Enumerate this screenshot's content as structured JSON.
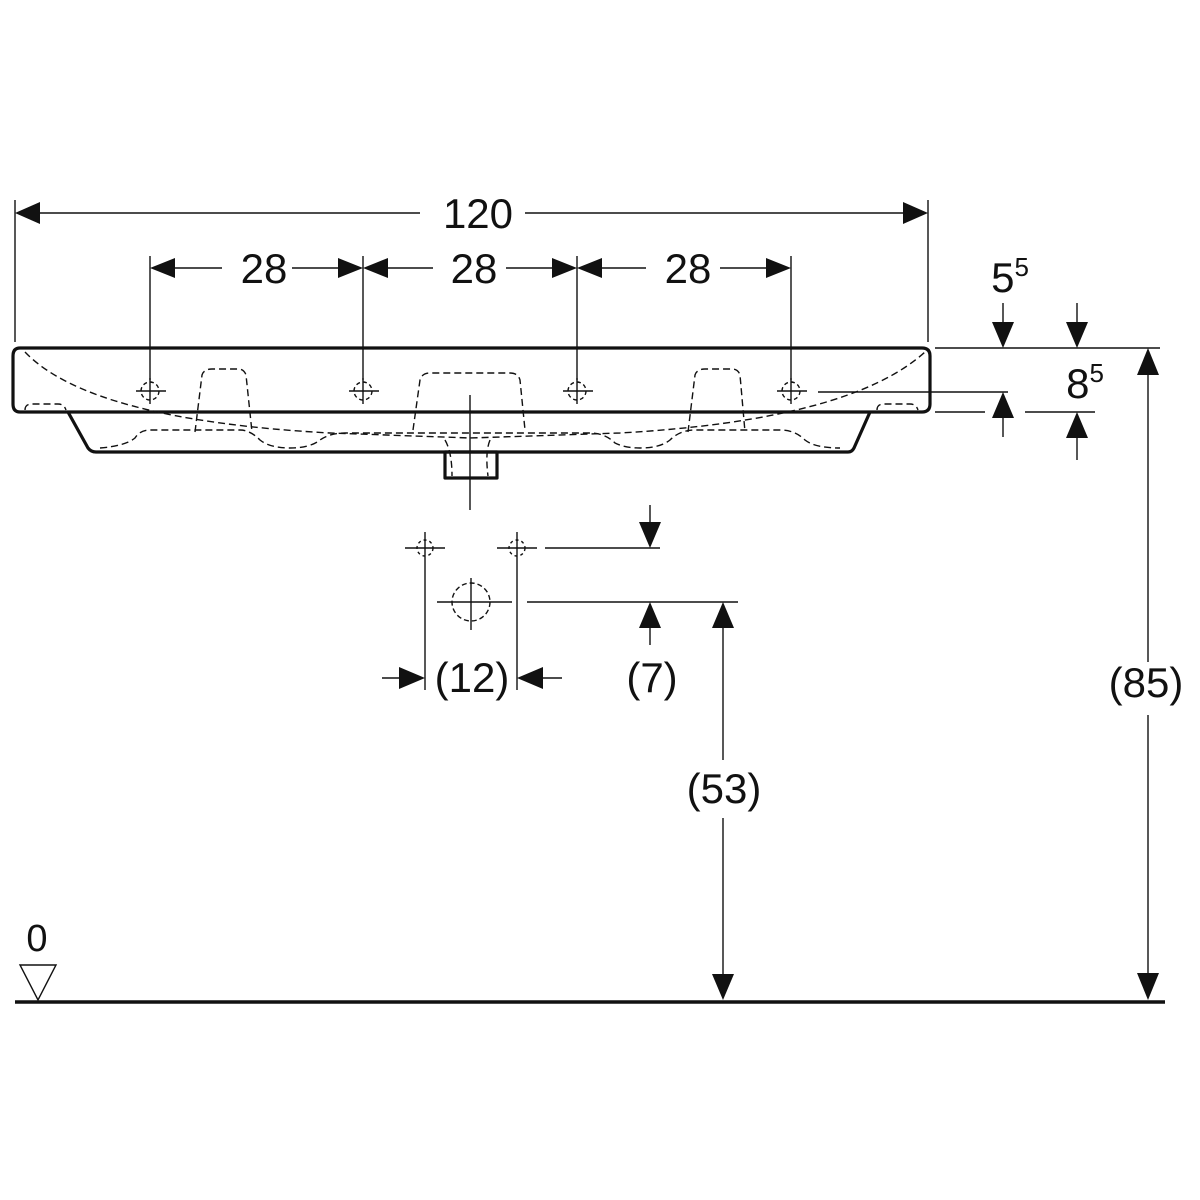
{
  "dimensions": {
    "overall_width": "120",
    "hole_spacing": [
      "28",
      "28",
      "28"
    ],
    "rim_to_tap_hole": {
      "base": "5",
      "sup": "5"
    },
    "rim_thickness": {
      "base": "8",
      "sup": "5"
    },
    "waste_spacing": "(12)",
    "waste_offset": "(7)",
    "waste_height": "(53)",
    "rim_height": "(85)",
    "floor_level": "0"
  },
  "colors": {
    "line": "#111111",
    "background": "#ffffff"
  }
}
